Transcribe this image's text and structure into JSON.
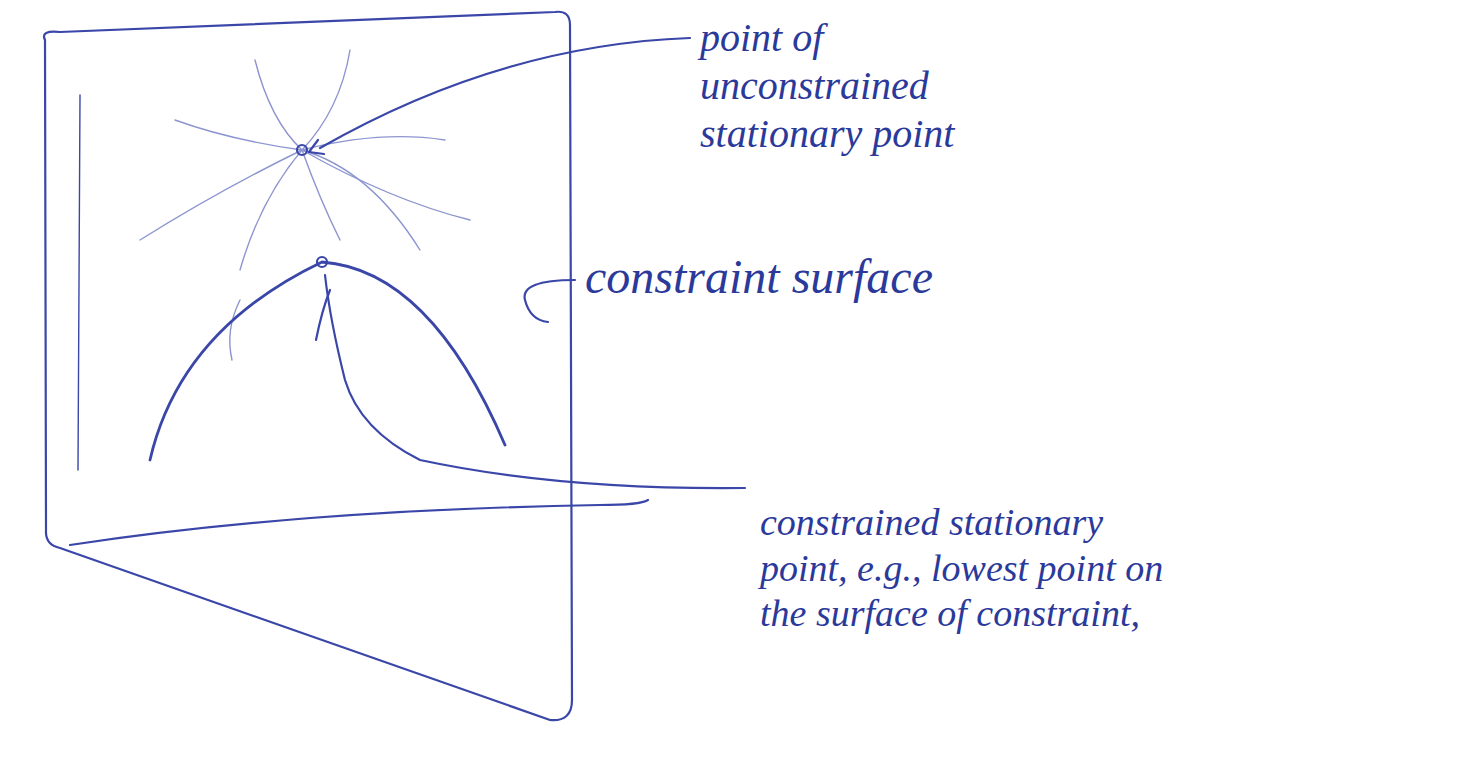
{
  "diagram": {
    "labels": [
      "point of unconstrained stationary point",
      "constraint surface",
      "constrained stationary point, e.g., lowest point on the surface of constraint,"
    ]
  }
}
